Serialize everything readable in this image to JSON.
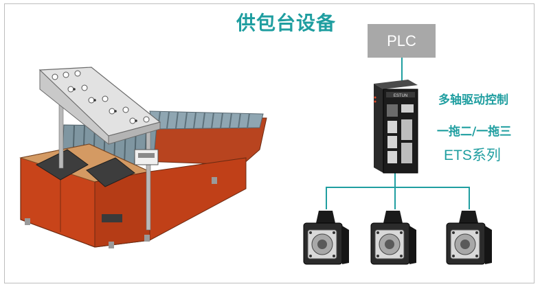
{
  "title": "供包台设备",
  "plc": {
    "label": "PLC"
  },
  "drive": {
    "captions": [
      "多轴驱动控制",
      "一拖二/一拖三",
      "ETS系列"
    ],
    "brand_label": "ESTUN"
  },
  "motors": {
    "count": 3
  },
  "colors": {
    "accent": "#1f9ea0",
    "plc_box": "#a8a8a8",
    "wire": "#1f9ea0",
    "machine_body": "#c8441a"
  },
  "icons": {
    "machine": "sorting-feeder-table-icon",
    "drive": "servo-drive-icon",
    "motor": "servo-motor-icon"
  }
}
